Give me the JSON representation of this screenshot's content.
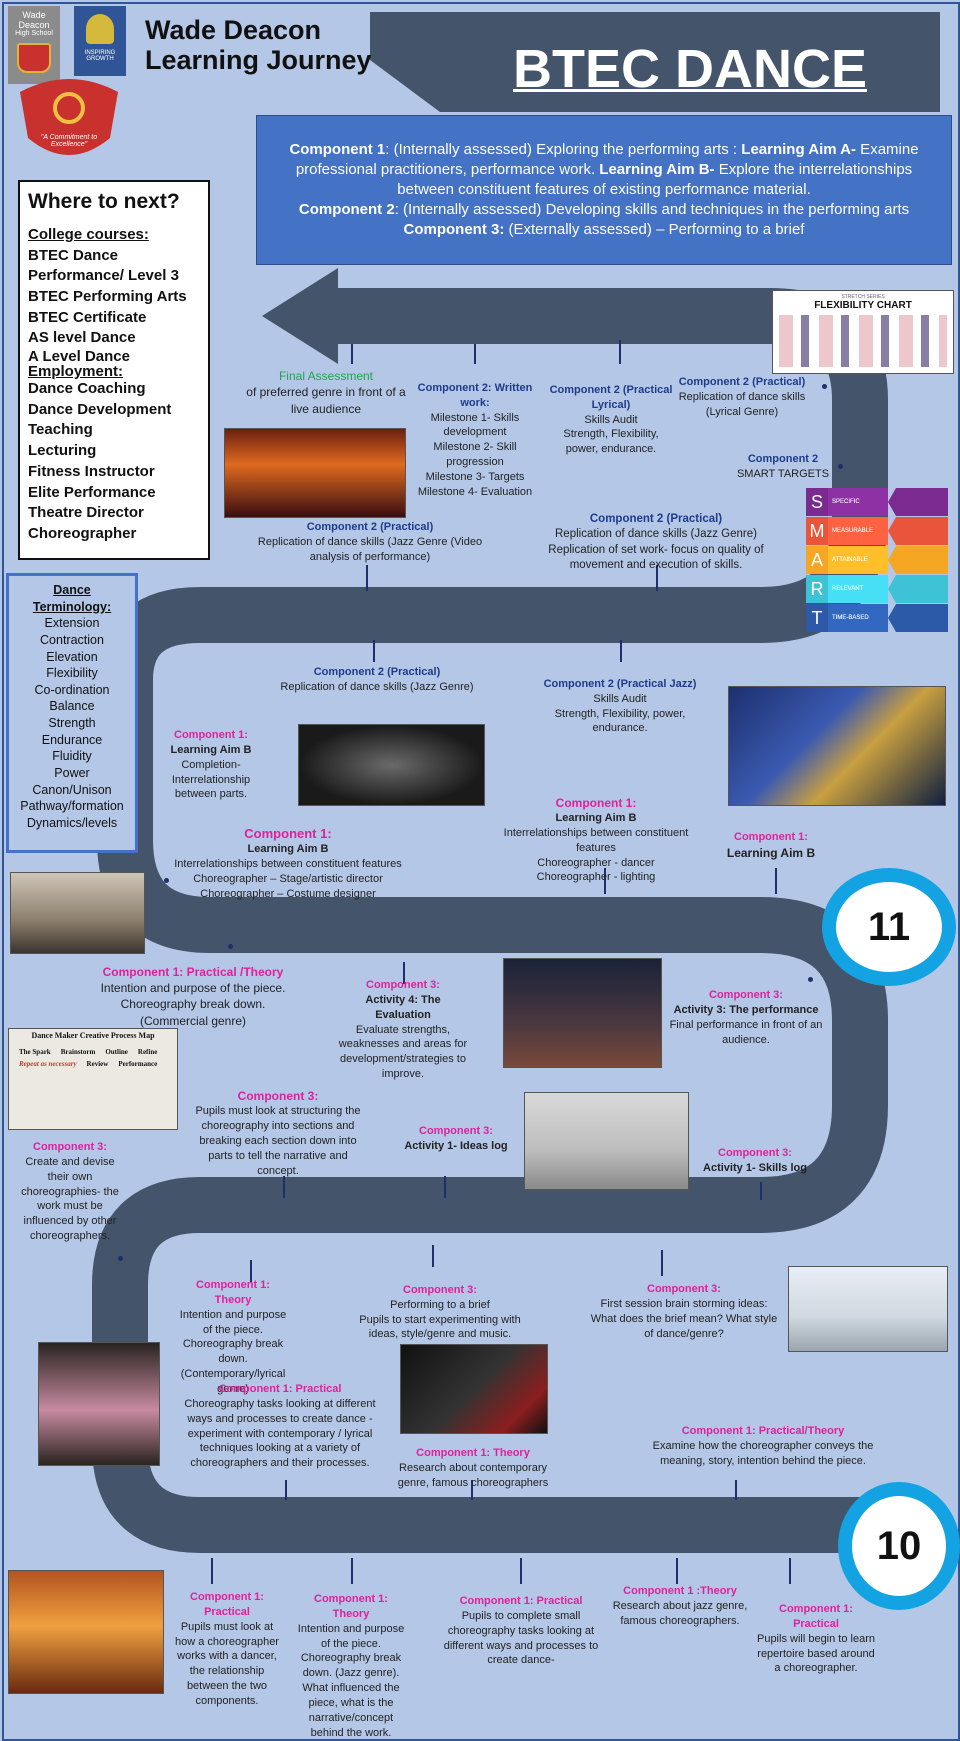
{
  "header": {
    "school_name_line1": "Wade Deacon",
    "school_name_line2": "High School",
    "journey_line1": "Wade Deacon",
    "journey_line2": "Learning Journey",
    "subject_title": "BTEC DANCE",
    "motto": "\"A Commitment to Excellence\"",
    "crest_text": "INSPIRING GROWTH"
  },
  "intro": {
    "c1_label": "Component 1",
    "c1_text": ": (Internally assessed) Exploring the performing arts : ",
    "c1_aimA_label": "Learning Aim A-",
    "c1_aimA_text": " Examine professional practitioners, performance work. ",
    "c1_aimB_label": "Learning Aim B-",
    "c1_aimB_text": " Explore the interrelationships between constituent features of existing performance material.",
    "c2_label": "Component 2",
    "c2_text": ": (Internally assessed) Developing skills and techniques in the performing arts",
    "c3_label": "Component 3:",
    "c3_text": " (Externally assessed) – Performing to a brief"
  },
  "where_next": {
    "title": "Where to next?",
    "college_heading": "College courses:",
    "college": [
      "BTEC Dance",
      "Performance/ Level 3",
      "BTEC Performing Arts",
      "BTEC Certificate",
      "AS level Dance",
      "A Level Dance"
    ],
    "employment_heading": "Employment:",
    "employment": [
      "Dance Coaching",
      "Dance Development",
      "Teaching",
      "Lecturing",
      "Fitness Instructor",
      "Elite Performance",
      "Theatre Director",
      "Choreographer"
    ]
  },
  "terminology": {
    "title_line1": "Dance",
    "title_line2": "Terminology:",
    "items": [
      "Extension",
      "Contraction",
      "Elevation",
      "Flexibility",
      "Co-ordination",
      "Balance",
      "Strength",
      "Endurance",
      "Fluidity",
      "Power",
      "Canon/Unison",
      "Pathway/formation",
      "Dynamics/levels"
    ]
  },
  "flex_chart": {
    "series_label": "STRETCH SERIES",
    "title": "FLEXIBILITY CHART"
  },
  "smart": [
    {
      "letter": "S",
      "word": "SPECIFIC",
      "color": "#7b2b8f"
    },
    {
      "letter": "M",
      "word": "MEASURABLE",
      "color": "#e9553a"
    },
    {
      "letter": "A",
      "word": "ATTAINABLE",
      "color": "#f5a623"
    },
    {
      "letter": "R",
      "word": "RELEVANT",
      "color": "#3ec2d6"
    },
    {
      "letter": "T",
      "word": "TIME-BASED",
      "color": "#2c5aa8"
    }
  ],
  "process_map": {
    "title": "Dance Maker Creative Process Map",
    "labels": [
      "The Spark",
      "Brainstorm",
      "Outline",
      "Refine",
      "Repeat as necessary",
      "Review",
      "Performance"
    ]
  },
  "years": {
    "year11": "11",
    "year10": "10"
  },
  "nodes": [
    {
      "id": "final",
      "h": "Final Assessment",
      "hc": "green",
      "b": "of preferred genre in front of a live audience"
    },
    {
      "id": "written",
      "h": "Component 2: Written work:",
      "hc": "blue",
      "b": "Milestone 1- Skills development\nMilestone 2- Skill progression\nMilestone 3- Targets\nMilestone 4- Evaluation"
    },
    {
      "id": "lyrical-audit",
      "h": "Component 2 (Practical Lyrical)",
      "hc": "blue",
      "b": "Skills Audit\nStrength, Flexibility, power, endurance."
    },
    {
      "id": "lyrical-rep",
      "h": "Component 2 (Practical)",
      "hc": "blue",
      "b": "Replication of dance skills (Lyrical Genre)"
    },
    {
      "id": "smart-targets",
      "h": "Component 2",
      "hc": "blue",
      "b": "SMART TARGETS"
    },
    {
      "id": "jazz-rep-set",
      "h": "Component 2 (Practical)",
      "hc": "blue",
      "b": "Replication of dance skills (Jazz Genre)\nReplication of set work- focus on quality of movement and execution of skills."
    },
    {
      "id": "jazz-video",
      "h": "Component 2 (Practical)",
      "hc": "blue",
      "b": "Replication of dance skills (Jazz Genre (Video analysis of performance)"
    },
    {
      "id": "jazz-rep",
      "h": "Component 2 (Practical)",
      "hc": "blue",
      "b": "Replication of dance skills (Jazz Genre)"
    },
    {
      "id": "jazz-audit",
      "h": "Component 2 (Practical Jazz)",
      "hc": "blue",
      "b": "Skills Audit\nStrength, Flexibility, power, endurance."
    },
    {
      "id": "aimB-completion",
      "h": "Component 1:",
      "hc": "pink",
      "b2": "Learning Aim B",
      "b": "Completion- Interrelationship between parts."
    },
    {
      "id": "aimB-stage",
      "h": "Component 1:",
      "hc": "pink",
      "b2": "Learning Aim B",
      "b": "Interrelationships between constituent features\nChoreographer – Stage/artistic director\nChoreographer – Costume designer"
    },
    {
      "id": "aimB-lighting",
      "h": "Component 1:",
      "hc": "pink",
      "b2": "Learning Aim B",
      "b": "Interrelationships between constituent features\nChoreographer - dancer\nChoreographer - lighting"
    },
    {
      "id": "aimB-short",
      "h": "Component 1:",
      "hc": "pink",
      "b2": "Learning Aim B",
      "b": ""
    },
    {
      "id": "commercial",
      "h": "Component 1: Practical /Theory",
      "hc": "pink",
      "b": "Intention and purpose of the piece. Choreography break down. (Commercial genre)"
    },
    {
      "id": "evaluation",
      "h": "Component 3:",
      "hc": "pink",
      "b2": "Activity 4: The Evaluation",
      "b": "Evaluate strengths, weaknesses and areas for development/strategies to improve."
    },
    {
      "id": "performance",
      "h": "Component 3:",
      "hc": "pink",
      "b2": "Activity 3: The performance",
      "b": "Final performance in front of an audience."
    },
    {
      "id": "structuring",
      "h": "Component 3:",
      "hc": "pink",
      "b": "Pupils must look at structuring the choreography into sections and breaking each section down into parts to tell the narrative and concept."
    },
    {
      "id": "ideas-log",
      "h": "Component 3:",
      "hc": "pink",
      "b2": "Activity 1- Ideas log",
      "b": ""
    },
    {
      "id": "skills-log",
      "h": "Component 3:",
      "hc": "pink",
      "b2": "Activity 1- Skills log",
      "b": ""
    },
    {
      "id": "devise",
      "h": "Component 3:",
      "hc": "pink",
      "b": "Create and devise their own choreographies- the work must be influenced by other choreographers."
    },
    {
      "id": "contemporary-theory",
      "h": "Component 1: Theory",
      "hc": "pink",
      "b": "Intention and purpose of the piece. Choreography break down. (Contemporary/lyrical genre)"
    },
    {
      "id": "brief",
      "h": "Component 3:",
      "hc": "pink",
      "b": "Performing to a brief\nPupils to start experimenting with ideas, style/genre and music."
    },
    {
      "id": "brainstorm",
      "h": "Component 3:",
      "hc": "pink",
      "b": "First session brain storming ideas: What does the  brief mean? What style of dance/genre?"
    },
    {
      "id": "contemporary-practical",
      "h": "Component 1: Practical",
      "hc": "pink",
      "b": "Choreography tasks looking at different ways and processes to create dance  - experiment  with contemporary / lyrical techniques looking at a variety of choreographers and their processes."
    },
    {
      "id": "contemporary-research",
      "h": "Component 1: Theory",
      "hc": "pink",
      "b": "Research about contemporary genre,  famous choreographers"
    },
    {
      "id": "conveys",
      "h": "Component 1: Practical/Theory",
      "hc": "pink",
      "b": "Examine how the  choreographer conveys the meaning, story, intention behind the piece."
    },
    {
      "id": "relationship",
      "h": "Component 1: Practical",
      "hc": "pink",
      "b": "Pupils must look at how a choreographer works with a dancer, the relationship between  the two components."
    },
    {
      "id": "jazz-theory",
      "h": "Component 1: Theory",
      "hc": "pink",
      "b": "Intention and purpose of the piece. Choreography break down. (Jazz genre). What influenced the piece, what is the narrative/concept behind the work."
    },
    {
      "id": "small-tasks",
      "h": "Component 1: Practical",
      "hc": "pink",
      "b": "Pupils to complete small choreography tasks looking at different ways and processes to create dance-"
    },
    {
      "id": "jazz-research",
      "h": "Component 1 :Theory",
      "hc": "pink",
      "b": "Research about jazz genre, famous choreographers."
    },
    {
      "id": "repertoire",
      "h": "Component 1: Practical",
      "hc": "pink",
      "b": "Pupils will begin to learn repertoire based around a choreographer."
    }
  ]
}
